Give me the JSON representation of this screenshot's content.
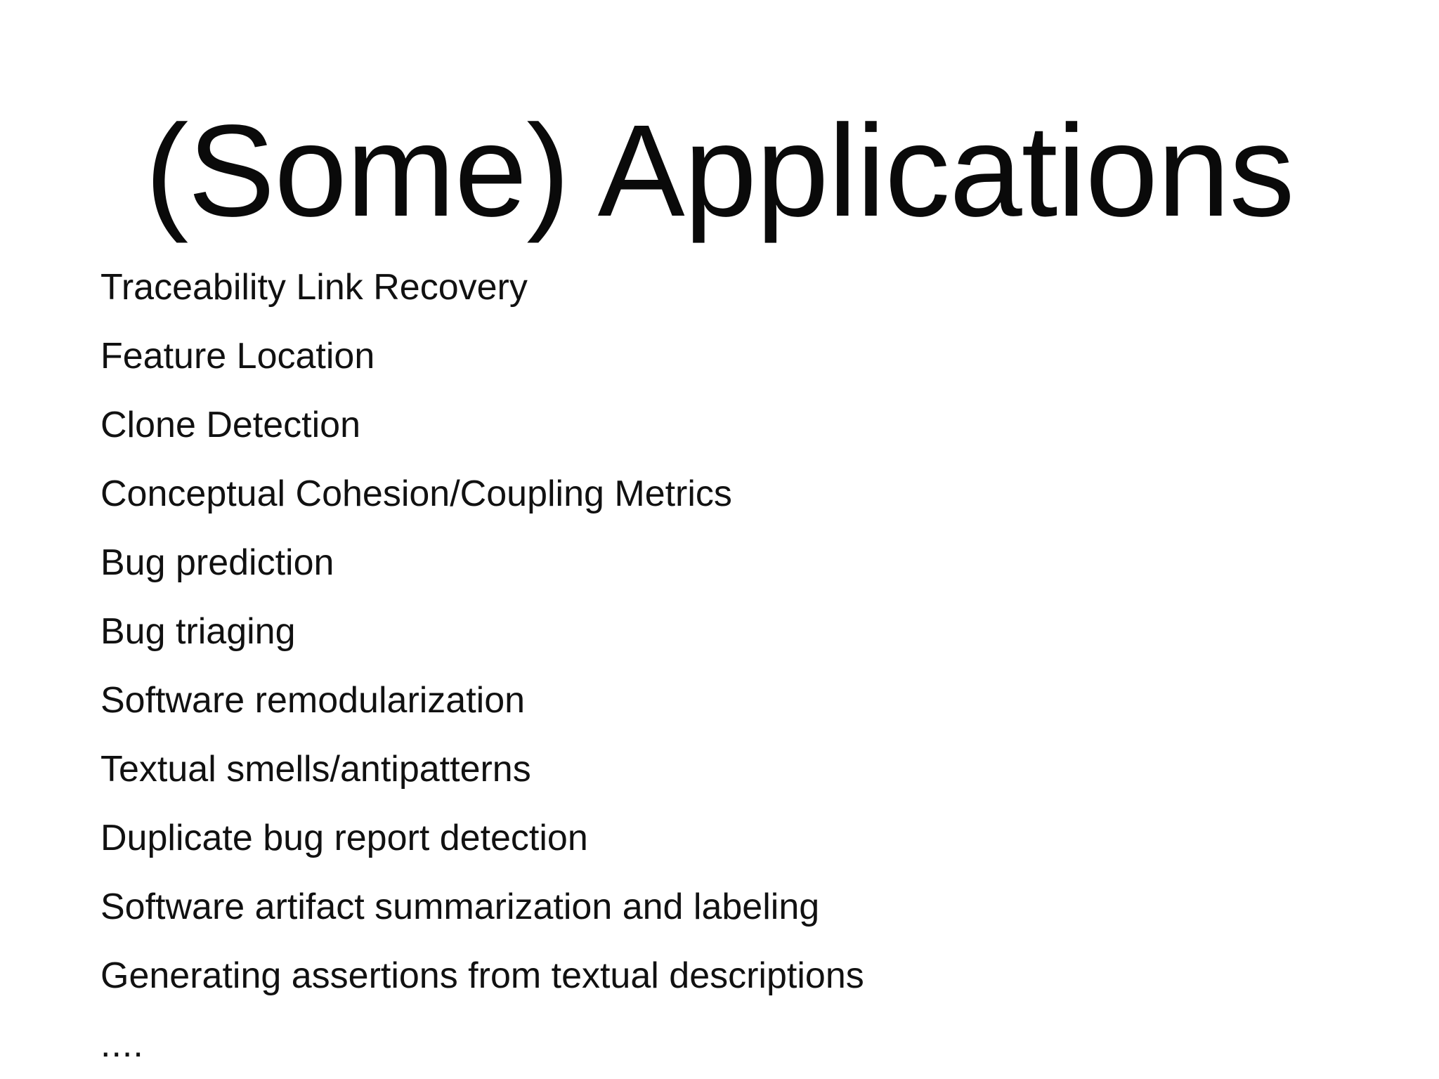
{
  "slide": {
    "background_color": "#ffffff",
    "text_color": "#111111",
    "title": "(Some) Applications",
    "items": [
      {
        "label": "Traceability Link Recovery"
      },
      {
        "label": "Feature Location"
      },
      {
        "label": "Clone Detection"
      },
      {
        "label": "Conceptual Cohesion/Coupling Metrics"
      },
      {
        "label": "Bug prediction"
      },
      {
        "label": "Bug triaging"
      },
      {
        "label": "Software remodularization"
      },
      {
        "label": "Textual smells/antipatterns"
      },
      {
        "label": "Duplicate bug report detection"
      },
      {
        "label": "Software artifact summarization and labeling"
      },
      {
        "label": "Generating assertions from textual descriptions"
      },
      {
        "label": "...."
      }
    ]
  }
}
